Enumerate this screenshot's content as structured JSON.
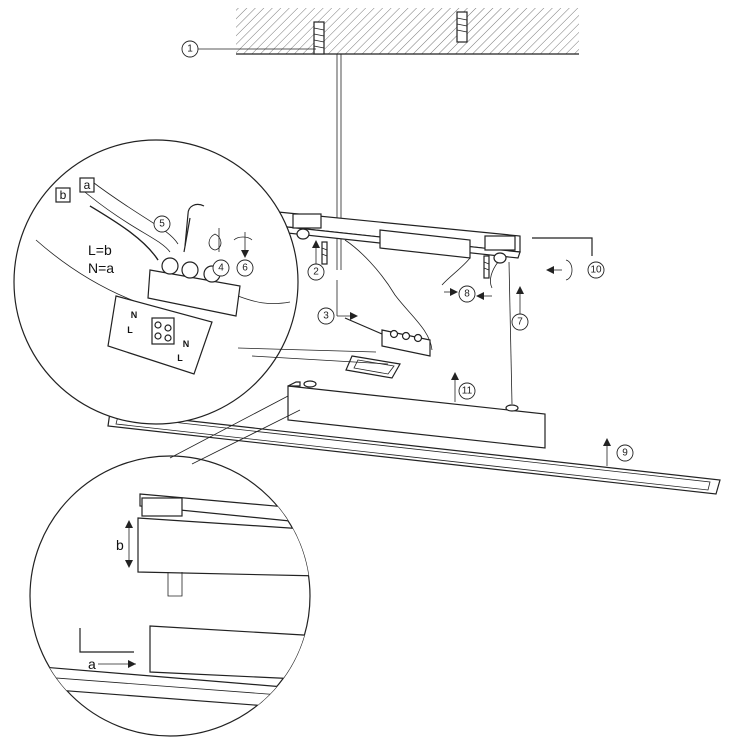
{
  "callouts": {
    "c1": "1",
    "c2": "2",
    "c3": "3",
    "c4": "4",
    "c5": "5",
    "c6": "6",
    "c7": "7",
    "c8": "8",
    "c9": "9",
    "c10": "10",
    "c11": "11"
  },
  "wiring": {
    "line_l": "L=b",
    "line_n": "N=a",
    "box_a": "a",
    "box_b": "b",
    "terminal_n_top": "N",
    "terminal_l_top": "L",
    "terminal_n_bottom": "N",
    "terminal_l_bottom": "L"
  },
  "detail": {
    "label_a": "a",
    "label_b": "b"
  },
  "colors": {
    "line": "#222222",
    "hatch": "#555555",
    "background": "#ffffff"
  }
}
